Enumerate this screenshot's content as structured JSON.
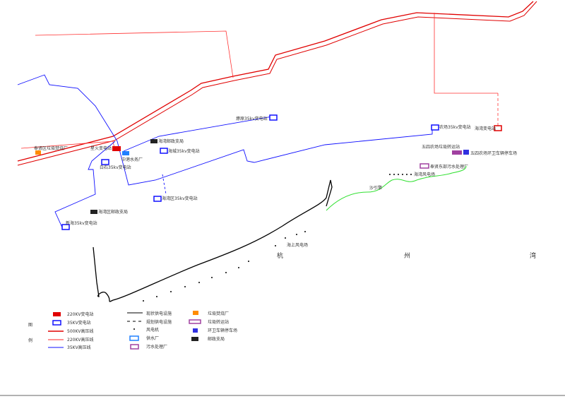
{
  "places": {
    "fenxian_incinerator": "奉贤区垃圾焚烧厂",
    "xinghuo": "星火变电站",
    "baishi": "白石35kv变电站",
    "water_plant": "中港水务厂",
    "haiwan_post": "海湾邮政支局",
    "haicheng": "海城35kv变电站",
    "liaoyuan": "燎原35kv变电站",
    "haiwanqu": "海湾区35kv变电站",
    "haiwanqu_post": "海湾区邮政支局",
    "xinhai": "新海35kv变电站",
    "nongchang": "农场35kv变电站",
    "haiwan_sub": "海湾变电站",
    "wusi_transfer": "五四农场垃圾转运站",
    "wusi_parking": "五四农场环卫车辆停车场",
    "sewage": "奉贤东部污水处理厂",
    "wind_farm": "海湾风电场",
    "pipe": "沙引擎",
    "offshore_wind": "海上风电场",
    "bay": [
      "杭",
      "州",
      "湾"
    ]
  },
  "legend": {
    "title": [
      "图",
      "例"
    ],
    "items": [
      "220KV变电站",
      "35KV变电站",
      "500KV高压线",
      "220KV高压线",
      "35KV高压线",
      "现状供电设施",
      "规划供电设施",
      "风电机",
      "供水厂",
      "污水处理厂",
      "垃圾焚烧厂",
      "垃圾转运站",
      "环卫车辆停车场",
      "邮政支局"
    ]
  },
  "colors": {
    "kv500": "#e00000",
    "kv220": "#ff3030",
    "kv35": "#1010ff",
    "water": "#2080ff",
    "sewage": "#a040a0",
    "pipe": "#30e030"
  }
}
